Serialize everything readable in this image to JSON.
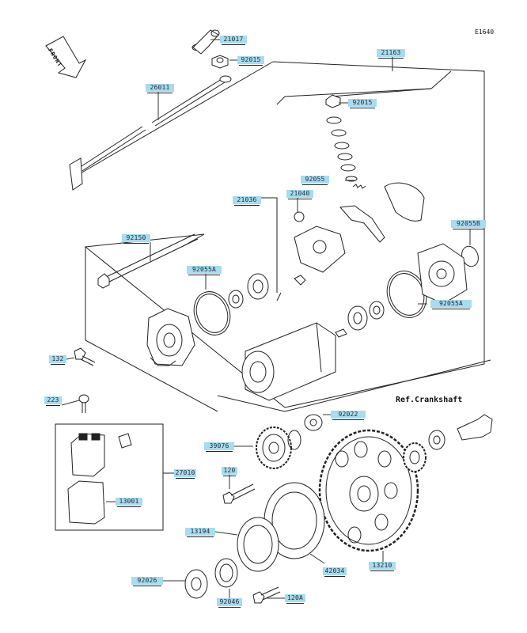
{
  "diagram_id": "E1640",
  "front_label": "FRONT",
  "ref_label": "Ref.Crankshaft",
  "parts": [
    {
      "id": "p21017",
      "code": "21017"
    },
    {
      "id": "p92015a",
      "code": "92015"
    },
    {
      "id": "p26011",
      "code": "26011"
    },
    {
      "id": "p21163",
      "code": "21163"
    },
    {
      "id": "p92015b",
      "code": "92015"
    },
    {
      "id": "p92055",
      "code": "92055"
    },
    {
      "id": "p21040",
      "code": "21040"
    },
    {
      "id": "p21036",
      "code": "21036"
    },
    {
      "id": "p92150",
      "code": "92150"
    },
    {
      "id": "p92055a",
      "code": "92055A"
    },
    {
      "id": "p92055b",
      "code": "92055B"
    },
    {
      "id": "p92055a2",
      "code": "92055A"
    },
    {
      "id": "p132",
      "code": "132"
    },
    {
      "id": "p223",
      "code": "223"
    },
    {
      "id": "p92022",
      "code": "92022"
    },
    {
      "id": "p39076",
      "code": "39076"
    },
    {
      "id": "p27010",
      "code": "27010"
    },
    {
      "id": "p120",
      "code": "120"
    },
    {
      "id": "p13001",
      "code": "13001"
    },
    {
      "id": "p13194",
      "code": "13194"
    },
    {
      "id": "p42034",
      "code": "42034"
    },
    {
      "id": "p13210",
      "code": "13210"
    },
    {
      "id": "p92026",
      "code": "92026"
    },
    {
      "id": "p92046",
      "code": "92046"
    },
    {
      "id": "p120a",
      "code": "120A"
    }
  ]
}
